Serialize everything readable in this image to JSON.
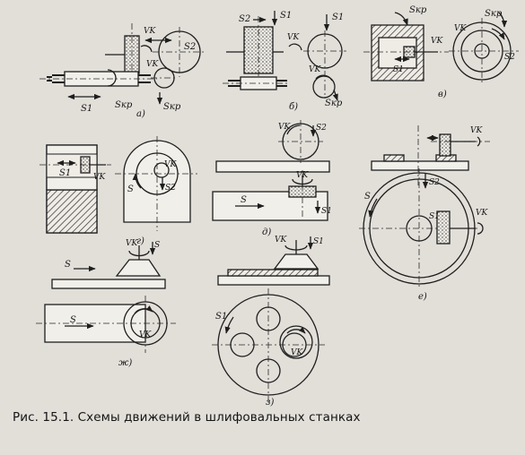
{
  "caption": "Рис. 15.1. Схемы движений в шлифовальных станках",
  "labels": {
    "s": "S",
    "s1": "S1",
    "s2": "S2",
    "vk": "VK",
    "skr": "Sкр"
  },
  "figures": [
    {
      "id": "a",
      "letter": "а)"
    },
    {
      "id": "b",
      "letter": "б)"
    },
    {
      "id": "v",
      "letter": "в)"
    },
    {
      "id": "g",
      "letter": "г)"
    },
    {
      "id": "d",
      "letter": "д)"
    },
    {
      "id": "e",
      "letter": "е)"
    },
    {
      "id": "zh",
      "letter": "ж)"
    },
    {
      "id": "z",
      "letter": "з)"
    }
  ]
}
